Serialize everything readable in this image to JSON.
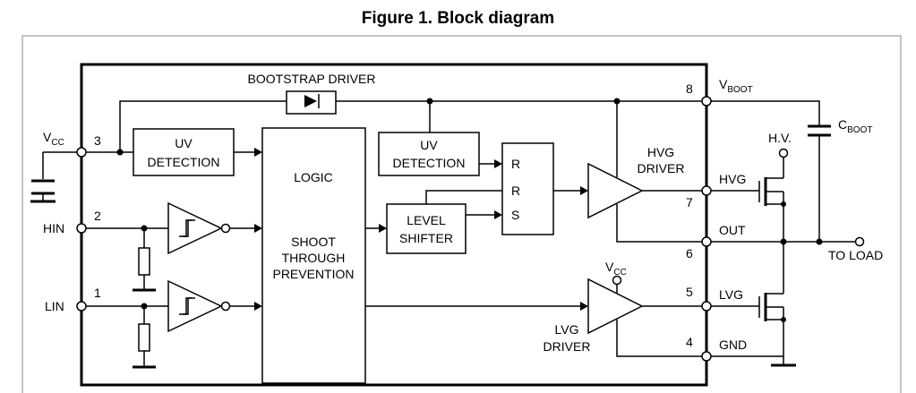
{
  "title": "Figure 1. Block diagram",
  "blocks": {
    "bootstrap_driver": "BOOTSTRAP DRIVER",
    "uv1_line1": "UV",
    "uv1_line2": "DETECTION",
    "uv2_line1": "UV",
    "uv2_line2": "DETECTION",
    "logic": "LOGIC",
    "shoot_line1": "SHOOT",
    "shoot_line2": "THROUGH",
    "shoot_line3": "PREVENTION",
    "level_line1": "LEVEL",
    "level_line2": "SHIFTER",
    "latch_r1": "R",
    "latch_r2": "R",
    "latch_s": "S",
    "hvg_line1": "HVG",
    "hvg_line2": "DRIVER",
    "lvg_line1": "LVG",
    "lvg_line2": "DRIVER",
    "vcc_inner": "V",
    "vcc_inner_sub": "CC"
  },
  "pins": {
    "vcc": {
      "number": "3",
      "label": "V",
      "label_sub": "CC"
    },
    "hin": {
      "number": "2",
      "label": "HIN"
    },
    "lin": {
      "number": "1",
      "label": "LIN"
    },
    "vboot": {
      "number": "8",
      "label": "V",
      "label_sub": "BOOT"
    },
    "hvg": {
      "number": "7",
      "label": "HVG"
    },
    "out": {
      "number": "6",
      "label": "OUT"
    },
    "lvg": {
      "number": "5",
      "label": "LVG"
    },
    "gnd": {
      "number": "4",
      "label": "GND"
    }
  },
  "external": {
    "cboot": "C",
    "cboot_sub": "BOOT",
    "hv": "H.V.",
    "to_load": "TO LOAD"
  }
}
